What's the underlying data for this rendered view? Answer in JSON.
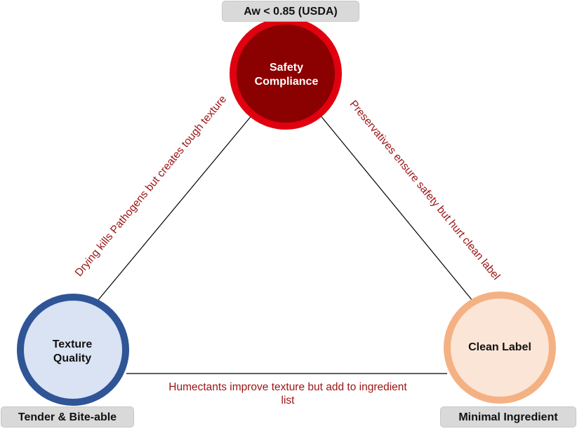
{
  "diagram": {
    "type": "trade-off triangle",
    "nodes": [
      {
        "id": "safety",
        "label": "Safety Compliance",
        "tag": "Aw < 0.85 (USDA)",
        "fill": "#8b0000",
        "border": "#e0000f",
        "text_color": "#ffffff"
      },
      {
        "id": "texture",
        "label": "Texture Quality",
        "tag": "Tender & Bite-able",
        "fill": "#dae3f3",
        "border": "#2f5597",
        "text_color": "#000000"
      },
      {
        "id": "clean",
        "label": "Clean Label",
        "tag": "Minimal Ingredient",
        "fill": "#fbe5d6",
        "border": "#f4b183",
        "text_color": "#000000"
      }
    ],
    "edges": [
      {
        "from": "safety",
        "to": "texture",
        "label": "Drying kills Pathogens but creates tough texture"
      },
      {
        "from": "safety",
        "to": "clean",
        "label": "Preservatives ensure safety but hurt clean label"
      },
      {
        "from": "texture",
        "to": "clean",
        "label": "Humectants improve texture but add to ingredient list"
      }
    ],
    "colors": {
      "edge_line": "#000000",
      "edge_label": "#9b1313",
      "tag_bg": "#d9d9d9"
    }
  }
}
